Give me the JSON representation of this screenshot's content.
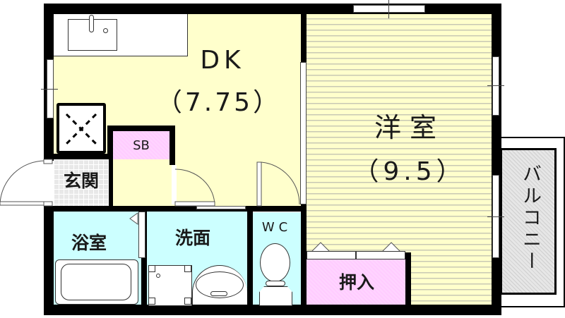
{
  "floorplan": {
    "rooms": {
      "dk": {
        "name": "DK",
        "size": "（7.75）"
      },
      "western_room": {
        "name": "洋室",
        "size": "（9.5）"
      },
      "entrance": {
        "name": "玄関"
      },
      "shoe_box": {
        "name": "SB"
      },
      "bathroom": {
        "name": "浴室"
      },
      "washroom": {
        "name": "洗面"
      },
      "toilet": {
        "name": "WC"
      },
      "closet": {
        "name": "押入"
      },
      "balcony": {
        "name": "バルコニー"
      }
    },
    "colors": {
      "wall": "#000000",
      "dk_floor": "#ffffcc",
      "western_floor": "#ffffcc",
      "wet_area": "#ccffff",
      "storage": "#ffccff",
      "entrance_tile": "#e8e8e8",
      "balcony": "#e6e6e6"
    }
  }
}
